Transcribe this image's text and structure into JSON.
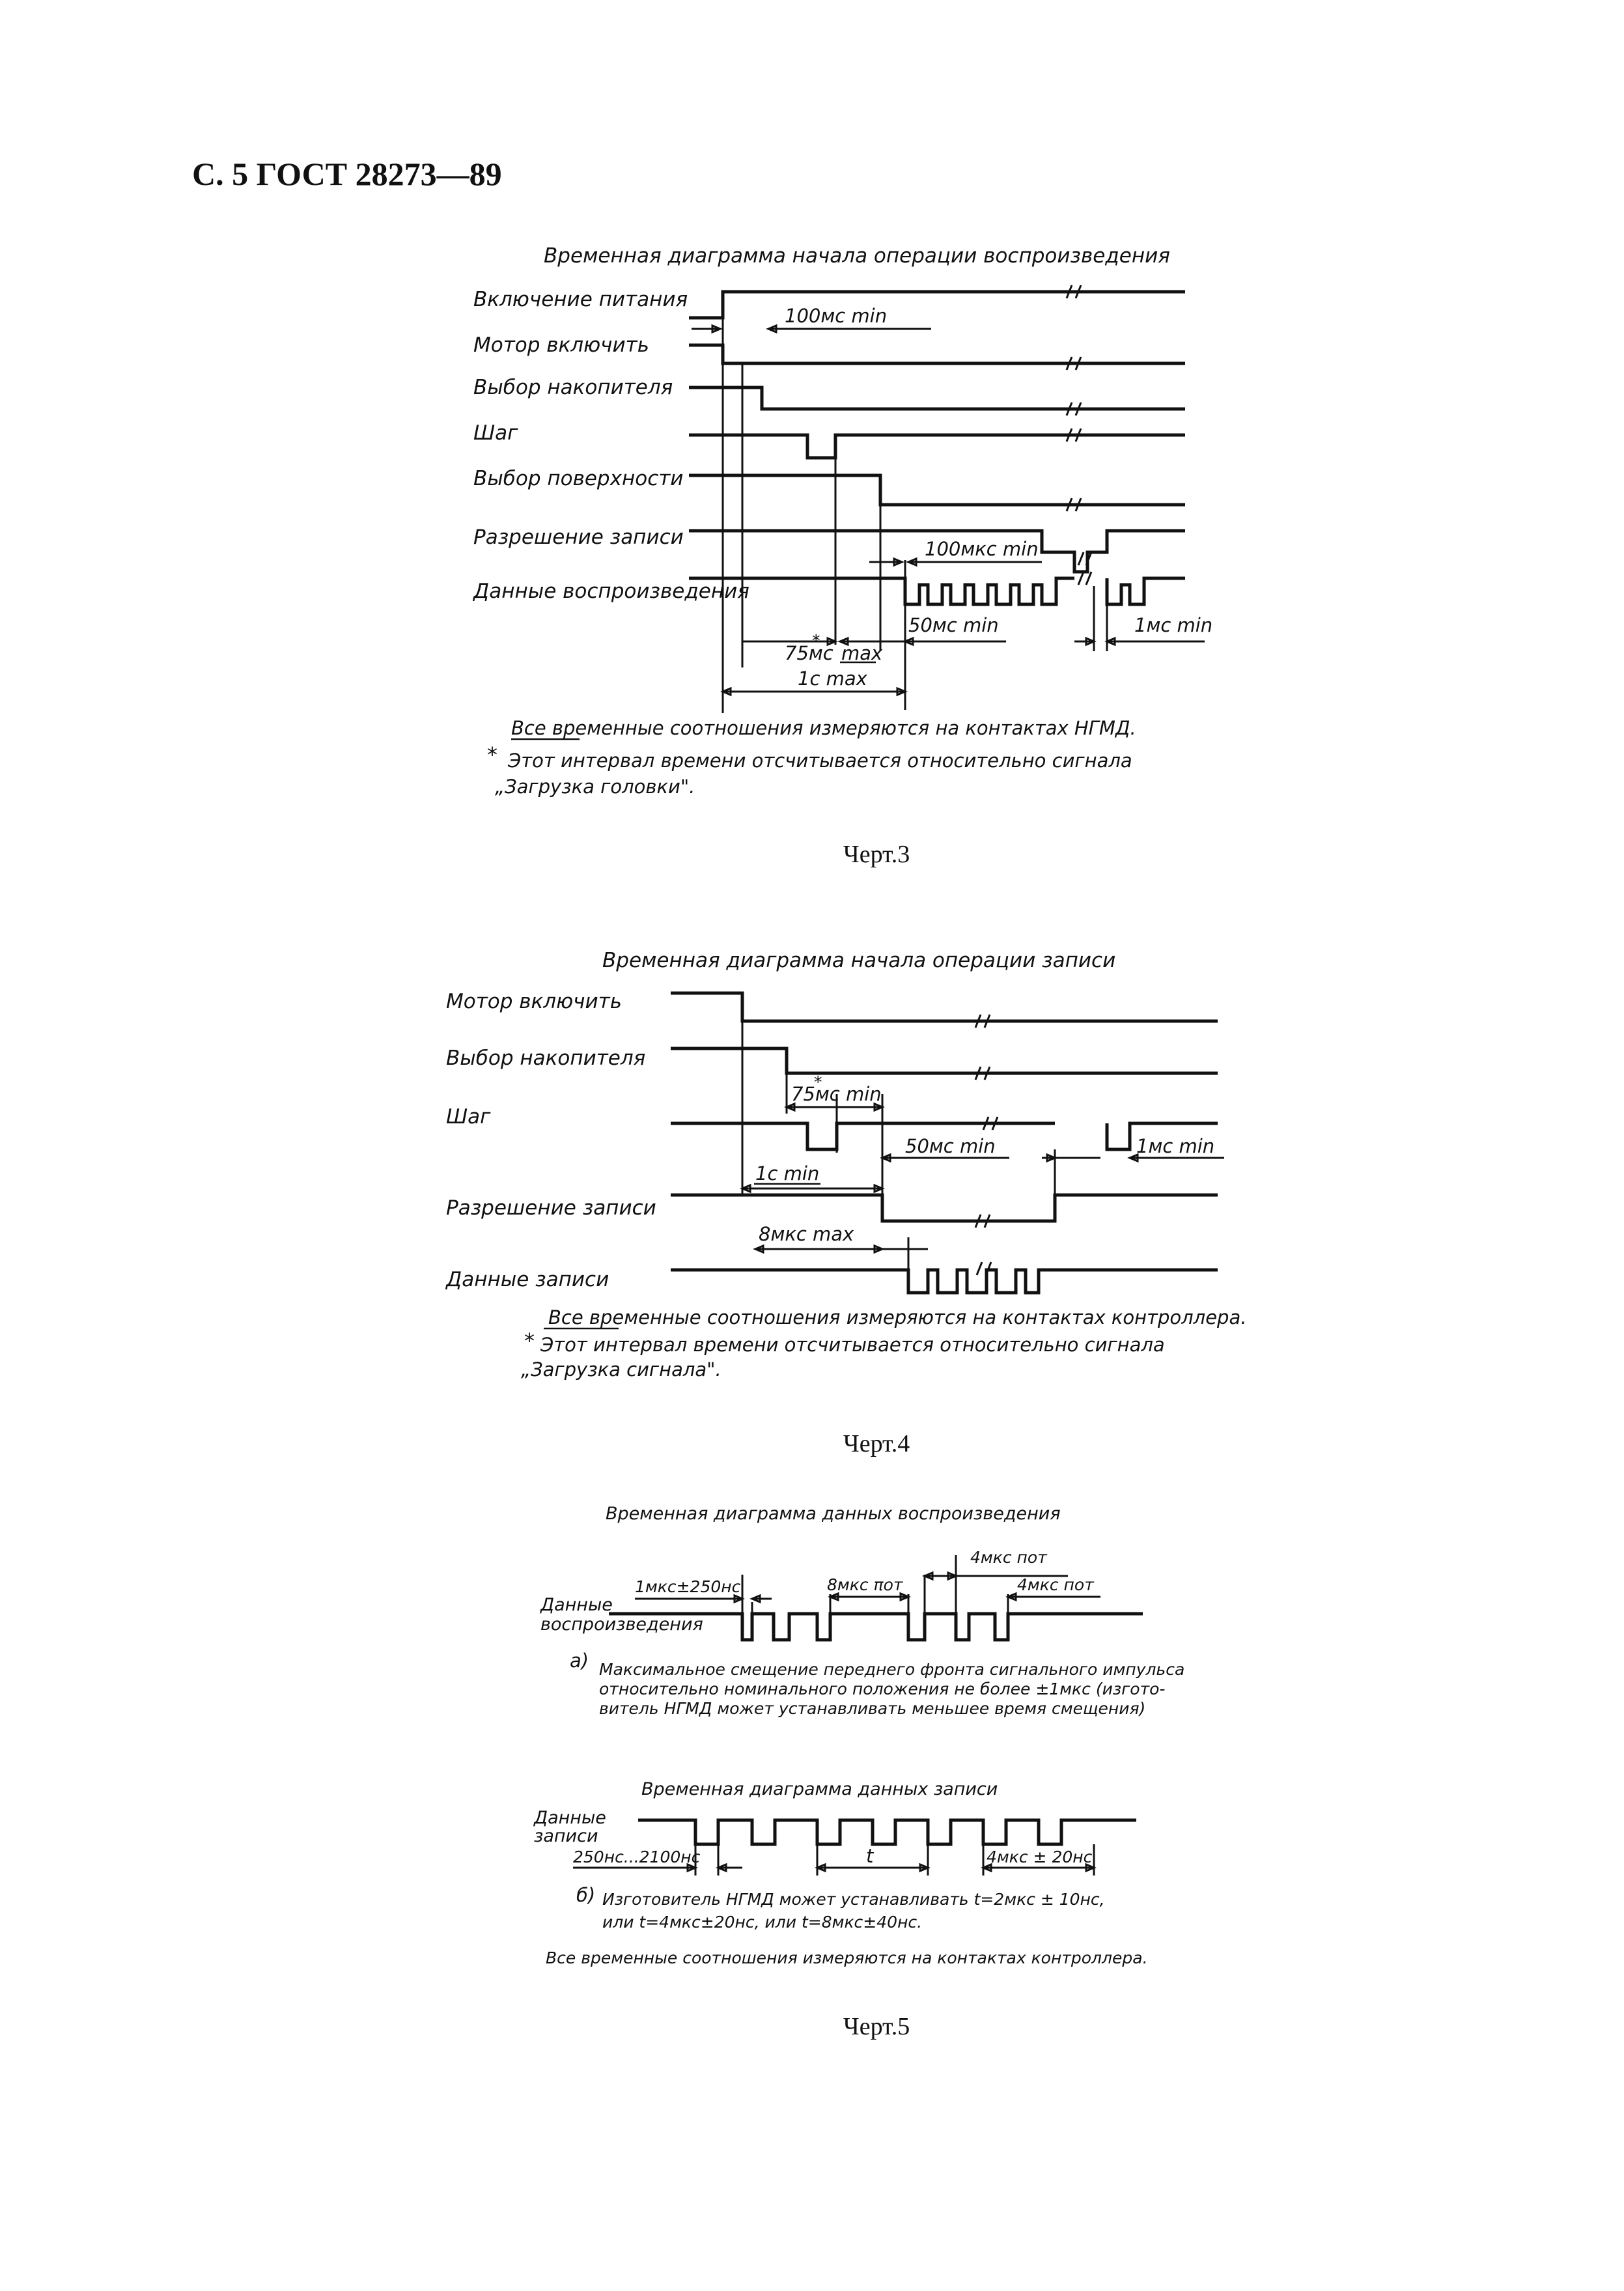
{
  "header": "С. 5 ГОСТ 28273—89",
  "fig3": {
    "title": "Временная диаграмма начала операции воспроизведения",
    "signals": [
      "Включение питания",
      "Мотор включить",
      "Выбор накопителя",
      "Шаг",
      "Выбор поверхности",
      "Разрешение записи",
      "Данные воспроизведения"
    ],
    "t_100ms": "100мс min",
    "t_100us": "100мкс min",
    "t_75ms_star": "*",
    "t_75ms": "75мс",
    "t_max": "max",
    "t_50ms": "50мс min",
    "t_1ms": "1мс min",
    "t_1s": "1с max",
    "note1": "Все временные соотношения измеряются на контактах НГМД.",
    "note2_star": "*",
    "note2": "Этот интервал времени отсчитывается относительно сигнала",
    "note3": "„Загрузка головки\".",
    "caption": "Черт.3"
  },
  "fig4": {
    "title": "Временная диаграмма начала операции записи",
    "signals": [
      "Мотор включить",
      "Выбор накопителя",
      "Шаг",
      "Разрешение записи",
      "Данные записи"
    ],
    "t_75ms_star": "*",
    "t_75ms": "75мс min",
    "t_50ms": "50мс min",
    "t_1ms": "1мс min",
    "t_1s": "1с min",
    "t_8us": "8мкс max",
    "note1": "Все временные соотношения измеряются на контактах контроллера.",
    "note2_star": "*",
    "note2": "Этот интервал времени отсчитывается относительно сигнала",
    "note3": "„Загрузка сигнала\".",
    "caption": "Черт.4"
  },
  "fig5a": {
    "title": "Временная диаграмма данных воспроизведения",
    "signal_line1": "Данные",
    "signal_line2": "воспроизведения",
    "t_1us": "1мкс±250нс",
    "t_8us": "8мкс ποт",
    "t_4us_top": "4мкс пот",
    "t_4us": "4мкс пот",
    "marker": "а)",
    "note1": "Максимальное смещение переднего фронта сигнального импульса",
    "note2": "относительно номинального положения не более ±1мкс (изгото-",
    "note3": "витель НГМД может устанавливать меньшее время смещения)"
  },
  "fig5b": {
    "title": "Временная диаграмма данных записи",
    "signal_line1": "Данные",
    "signal_line2": "записи",
    "t_pulse": "250нс...2100нс",
    "t_t": "t",
    "t_4us": "4мкс ± 20нс",
    "marker": "б)",
    "note1": "Изготовитель НГМД может устанавливать t=2мкс ± 10нс,",
    "note2": "или t=4мкс±20нс, или t=8мкс±40нс.",
    "note3": "Все временные соотношения измеряются на контактах контроллера."
  },
  "fig5_caption": "Черт.5"
}
